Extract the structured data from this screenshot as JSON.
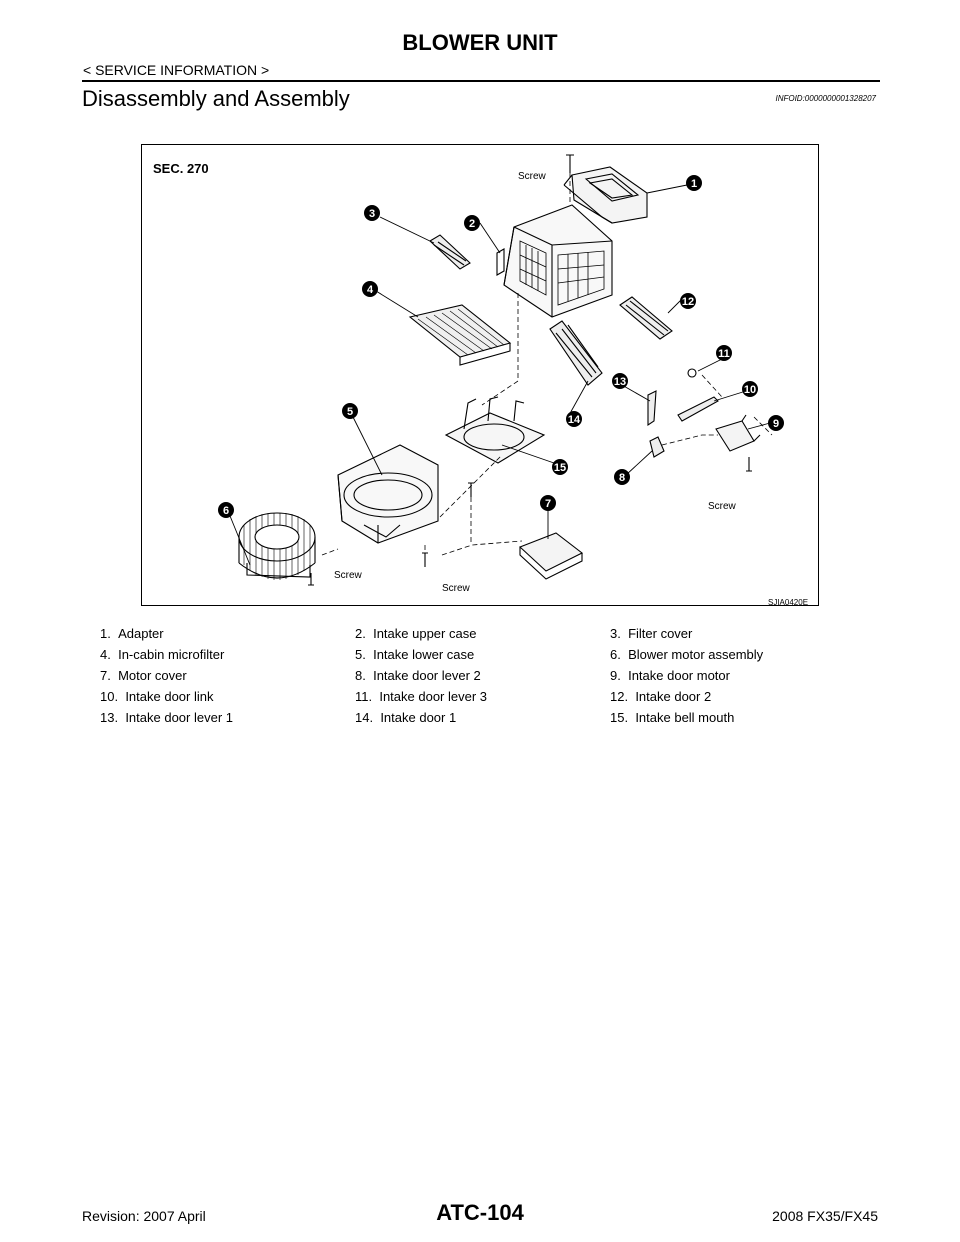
{
  "header": {
    "title": "BLOWER UNIT",
    "breadcrumb": "< SERVICE INFORMATION >"
  },
  "section": {
    "heading": "Disassembly and Assembly",
    "infoid": "INFOID:0000000001328207"
  },
  "figure": {
    "sec_label": "SEC. 270",
    "figure_code": "SJIA0420E",
    "screw_label": "Screw",
    "callouts": [
      "1",
      "2",
      "3",
      "4",
      "5",
      "6",
      "7",
      "8",
      "9",
      "10",
      "11",
      "12",
      "13",
      "14",
      "15"
    ]
  },
  "legend": [
    {
      "num": "1.",
      "label": "Adapter"
    },
    {
      "num": "2.",
      "label": "Intake upper case"
    },
    {
      "num": "3.",
      "label": "Filter cover"
    },
    {
      "num": "4.",
      "label": "In-cabin microfilter"
    },
    {
      "num": "5.",
      "label": "Intake lower case"
    },
    {
      "num": "6.",
      "label": "Blower motor assembly"
    },
    {
      "num": "7.",
      "label": "Motor cover"
    },
    {
      "num": "8.",
      "label": "Intake door lever 2"
    },
    {
      "num": "9.",
      "label": "Intake door motor"
    },
    {
      "num": "10.",
      "label": "Intake door link"
    },
    {
      "num": "11.",
      "label": "Intake door lever 3"
    },
    {
      "num": "12.",
      "label": "Intake door 2"
    },
    {
      "num": "13.",
      "label": "Intake door lever 1"
    },
    {
      "num": "14.",
      "label": "Intake door 1"
    },
    {
      "num": "15.",
      "label": "Intake bell mouth"
    }
  ],
  "footer": {
    "revision": "Revision: 2007 April",
    "page_number": "ATC-104",
    "model": "2008 FX35/FX45"
  }
}
